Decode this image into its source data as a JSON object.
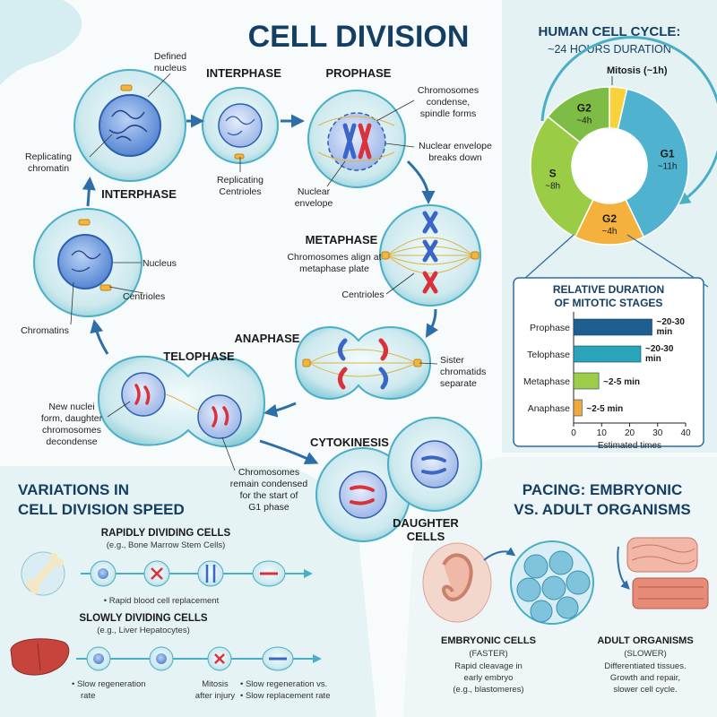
{
  "title": "CELL DIVISION",
  "cycle_stages": {
    "interphase_top": "INTERPHASE",
    "interphase_left": "INTERPHASE",
    "prophase": "PROPHASE",
    "metaphase": "METAPHASE",
    "anaphase": "ANAPHASE",
    "telophase": "TELOPHASE",
    "cytokinesis": "CYTOKINESIS",
    "daughter_cells": [
      "DAUGHTER",
      "CELLS"
    ]
  },
  "annotations": {
    "defined_nucleus": [
      "Defined",
      "nucleus"
    ],
    "replicating_chromatin": [
      "Replicating",
      "chromatin"
    ],
    "replicating_centrioles": [
      "Replicating",
      "Centrioles"
    ],
    "chromosomes_condense": [
      "Chromosomes",
      "condense,",
      "spindle forms"
    ],
    "nuclear_envelope_breaks": [
      "Nuclear envelope",
      "breaks down"
    ],
    "nuclear_envelope": [
      "Nuclear",
      "envelope"
    ],
    "nucleus": "Nucleus",
    "chromatins": "Chromatins",
    "centrioles_left": "Centrioles",
    "chromosomes_align": [
      "Chromosomes align at",
      "metaphase plate"
    ],
    "centrioles_meta": "Centrioles",
    "sister_chromatids": [
      "Sister",
      "chromatids",
      "separate"
    ],
    "new_nuclei": [
      "New nuclei",
      "form, daughter",
      "chromosomes",
      "decondense"
    ],
    "chromosomes_remain": [
      "Chromosomes",
      "remain condensed",
      "for the start of",
      "G1 phase"
    ]
  },
  "cycle_panel": {
    "title": "HUMAN CELL CYCLE:",
    "subtitle": "~24 HOURS DURATION",
    "mitosis_label": "Mitosis (~1h)"
  },
  "bars_panel": {
    "title": [
      "RELATIVE DURATION",
      "OF MITOTIC STAGES"
    ]
  },
  "variations": {
    "title": [
      "VARIATIONS IN",
      "CELL DIVISION SPEED"
    ],
    "rapid_title": "RAPIDLY DIVIDING CELLS",
    "rapid_example": "(e.g., Bone Marrow Stem Cells)",
    "rapid_note": "• Rapid blood cell replacement",
    "slow_title": "SLOWLY DIVIDING CELLS",
    "slow_example": "(e.g., Liver Hepatocytes)",
    "slow_notes": [
      [
        "• Slow regeneration",
        "rate"
      ],
      [
        "Mitosis",
        "after injury"
      ],
      [
        "• Slow regeneration vs.",
        "• Slow replacement rate"
      ]
    ]
  },
  "pacing": {
    "title": [
      "PACING: EMBRYONIC",
      "VS. ADULT ORGANISMS"
    ],
    "embryonic_title": "EMBRYONIC CELLS",
    "embryonic_sub": "(FASTER)",
    "embryonic_desc": [
      "Rapid cleavage in",
      "early embryo",
      "(e.g., blastomeres)"
    ],
    "adult_title": "ADULT ORGANISMS",
    "adult_sub": "(SLOWER)",
    "adult_desc": [
      "Differentiated tissues.",
      "Growth and repair,",
      "slower cell cycle."
    ]
  },
  "chart_data": [
    {
      "type": "pie",
      "title": "HUMAN CELL CYCLE:",
      "subtitle": "~24 HOURS DURATION",
      "slices": [
        {
          "label": "G1",
          "value_label": "~11h",
          "value": 11,
          "color": "#4fb3cf"
        },
        {
          "label": "G2",
          "value_label": "~4h",
          "value": 4,
          "color": "#f4b13e"
        },
        {
          "label": "S",
          "value_label": "~8h",
          "value": 8,
          "color": "#9acd45"
        },
        {
          "label": "G2",
          "value_label": "~4h",
          "value": 4,
          "color": "#7dbd45"
        },
        {
          "label": "Mitosis",
          "value_label": "(~1h)",
          "value": 1,
          "color": "#f7d23c"
        }
      ]
    },
    {
      "type": "bar",
      "orientation": "horizontal",
      "title": "RELATIVE DURATION OF MITOTIC STAGES",
      "xlabel": "Estimated times",
      "xlim": [
        0,
        40
      ],
      "xticks": [
        0,
        10,
        20,
        30,
        40
      ],
      "categories": [
        "Prophase",
        "Telophase",
        "Metaphase",
        "Anaphase"
      ],
      "values": [
        28,
        24,
        9,
        3
      ],
      "value_labels": [
        [
          "~20-30",
          "min"
        ],
        [
          "~20-30",
          "min"
        ],
        [
          "~2-5 min"
        ],
        [
          "~2-5 min"
        ]
      ],
      "colors": [
        "#1f5f8f",
        "#2aa4b8",
        "#9ccc48",
        "#f2a93b"
      ]
    }
  ]
}
